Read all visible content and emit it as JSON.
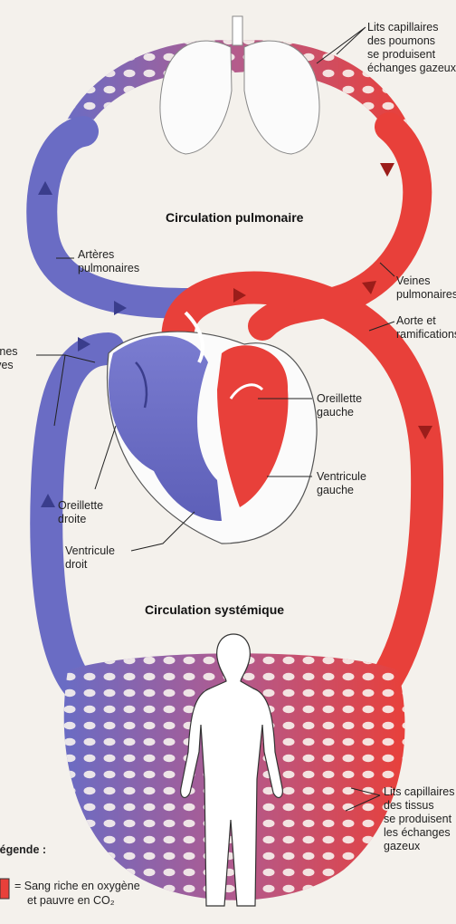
{
  "titles": {
    "pulmonary": "Circulation pulmonaire",
    "systemic": "Circulation systémique"
  },
  "labels": {
    "lung_capillaries": [
      "Lits capillaires",
      "des poumons",
      "se produisent",
      "échanges gazeux"
    ],
    "pulmonary_arteries": [
      "Artères",
      "pulmonaires"
    ],
    "pulmonary_veins": [
      "Veines",
      "pulmonaires"
    ],
    "aorta": [
      "Aorte et",
      "ramifications"
    ],
    "venae_cavae": [
      "Veines",
      "caves"
    ],
    "left_atrium": [
      "Oreillette",
      "gauche"
    ],
    "left_ventricle": [
      "Ventricule",
      "gauche"
    ],
    "right_atrium": [
      "Oreillette",
      "droite"
    ],
    "right_ventricle": [
      "Ventricule",
      "droit"
    ],
    "tissue_capillaries": [
      "Lits capillaires",
      "des tissus",
      "se produisent",
      "les échanges",
      "gazeux"
    ]
  },
  "legend": {
    "title": "Légende :",
    "oxygen_rich": [
      "= Sang riche en oxygène",
      "et pauvre en CO₂"
    ]
  },
  "colors": {
    "oxygen_rich": "#e8403a",
    "oxygen_poor": "#6a6cc4",
    "background": "#f4f1ec"
  }
}
